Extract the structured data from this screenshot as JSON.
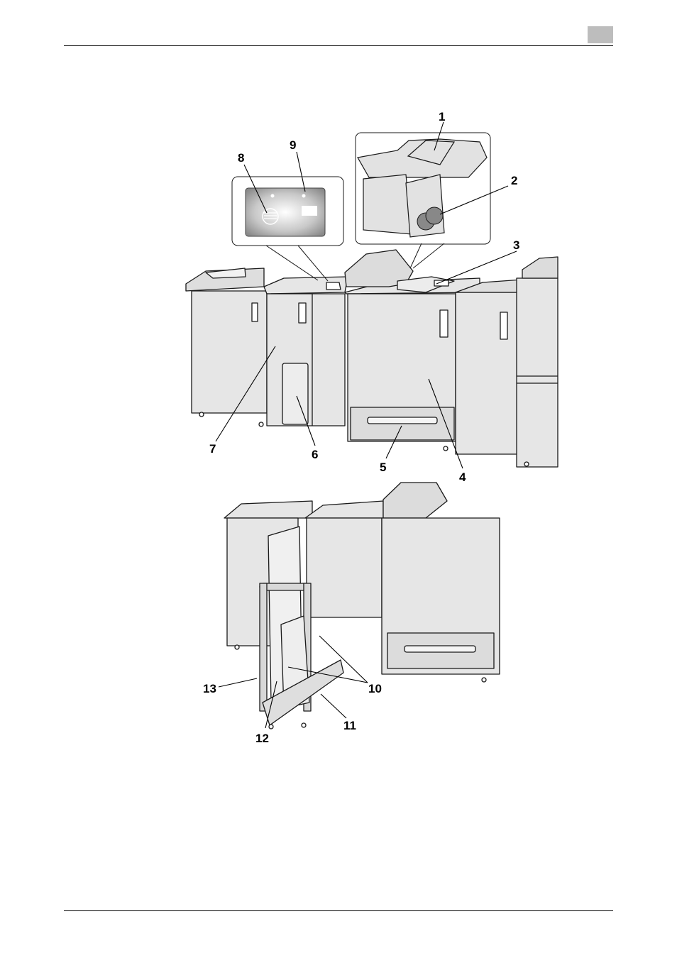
{
  "colors": {
    "machine_fill": "#e6e6e6",
    "machine_edge": "#1a1a1a",
    "panel_gradient_dark": "#8a8a8a",
    "chapter_tab": "#bdbdbd"
  },
  "callouts": [
    {
      "id": "1",
      "label": "1"
    },
    {
      "id": "2",
      "label": "2"
    },
    {
      "id": "3",
      "label": "3"
    },
    {
      "id": "4",
      "label": "4"
    },
    {
      "id": "5",
      "label": "5"
    },
    {
      "id": "6",
      "label": "6"
    },
    {
      "id": "7",
      "label": "7"
    },
    {
      "id": "8",
      "label": "8"
    },
    {
      "id": "9",
      "label": "9"
    },
    {
      "id": "10",
      "label": "10"
    },
    {
      "id": "11",
      "label": "11"
    },
    {
      "id": "12",
      "label": "12"
    },
    {
      "id": "13",
      "label": "13"
    }
  ]
}
